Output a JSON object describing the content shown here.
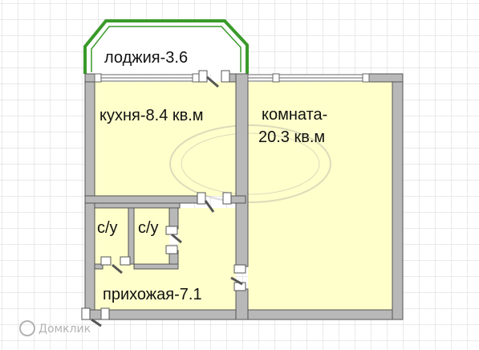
{
  "rooms": {
    "loggia": "лоджия-3.6",
    "kitchen": "кухня-8.4 кв.м",
    "room_line1": "комната-",
    "room_line2": "20.3 кв.м",
    "bath1": "с/у",
    "bath2": "с/у",
    "hallway": "прихожая-7.1"
  },
  "watermark": {
    "brand": "Домклик"
  },
  "colors": {
    "room_fill": "#ffffcc",
    "wall": "#b8b8b8",
    "loggia_outline": "#3a9a2a",
    "grid": "#d6d6d6"
  }
}
